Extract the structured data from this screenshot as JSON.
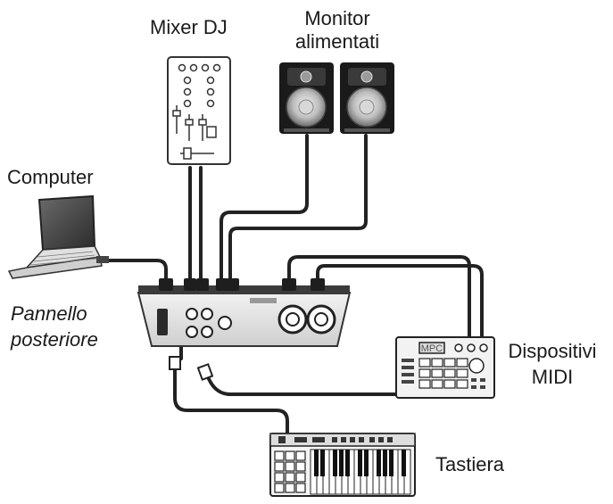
{
  "labels": {
    "mixer": "Mixer DJ",
    "monitor_line1": "Monitor",
    "monitor_line2": "alimentati",
    "computer": "Computer",
    "panel_line1": "Pannello",
    "panel_line2": "posteriore",
    "midi_line1": "Dispositivi",
    "midi_line2": "MIDI",
    "keyboard": "Tastiera"
  },
  "device_text": {
    "mpc_screen": "MPC"
  }
}
